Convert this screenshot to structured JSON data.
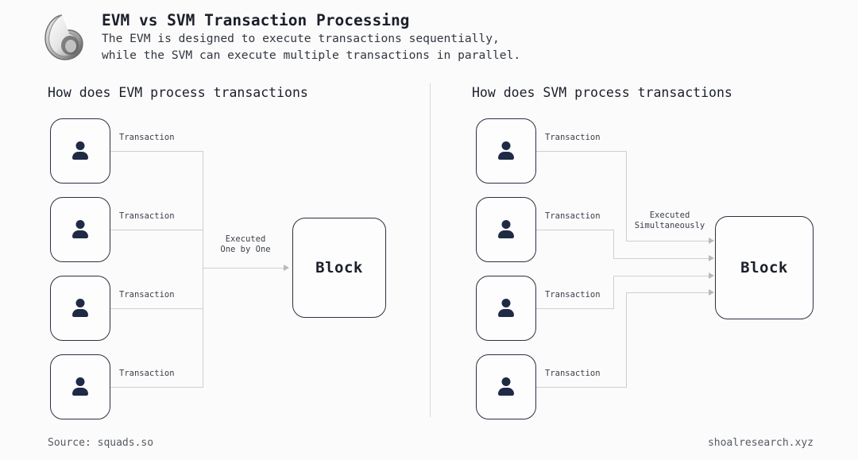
{
  "header": {
    "logo_icon": "snail-shell-logo",
    "title": "EVM vs SVM Transaction Processing",
    "subtitle_line1": "The EVM is designed to execute transactions sequentially,",
    "subtitle_line2": "while the SVM can execute multiple transactions in parallel."
  },
  "evm": {
    "heading": "How does EVM process transactions",
    "transaction_labels": [
      "Transaction",
      "Transaction",
      "Transaction",
      "Transaction"
    ],
    "edge_label_line1": "Executed",
    "edge_label_line2": "One by One",
    "block_label": "Block"
  },
  "svm": {
    "heading": "How does SVM process transactions",
    "transaction_labels": [
      "Transaction",
      "Transaction",
      "Transaction",
      "Transaction"
    ],
    "edge_label_line1": "Executed",
    "edge_label_line2": "Simultaneously",
    "block_label": "Block"
  },
  "footer": {
    "source": "Source: squads.so",
    "site": "shoalresearch.xyz"
  },
  "colors": {
    "background": "#fbfbfb",
    "text": "#1b1f2a",
    "card_border": "#2b3140",
    "icon_fill": "#1f2a44",
    "connector": "#cfcfcf",
    "divider": "#d8d8d8"
  }
}
